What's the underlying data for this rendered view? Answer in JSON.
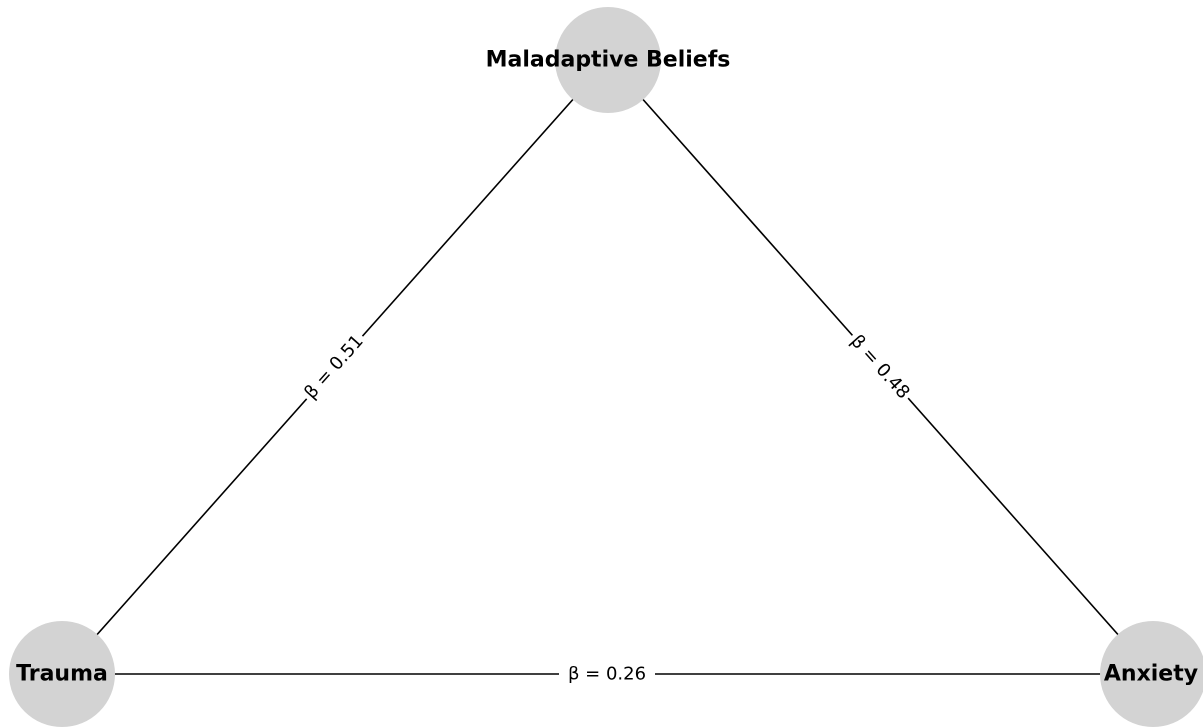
{
  "diagram": {
    "nodes": [
      {
        "id": "beliefs",
        "label": "Maladaptive Beliefs"
      },
      {
        "id": "trauma",
        "label": "Trauma"
      },
      {
        "id": "anxiety",
        "label": "Anxiety"
      }
    ],
    "edges": [
      {
        "from": "trauma",
        "to": "beliefs",
        "label": "β = 0.51"
      },
      {
        "from": "beliefs",
        "to": "anxiety",
        "label": "β = 0.48"
      },
      {
        "from": "trauma",
        "to": "anxiety",
        "label": "β = 0.26"
      }
    ],
    "colors": {
      "node_fill": "#d3d3d3",
      "edge": "#000000",
      "background": "#ffffff"
    }
  }
}
